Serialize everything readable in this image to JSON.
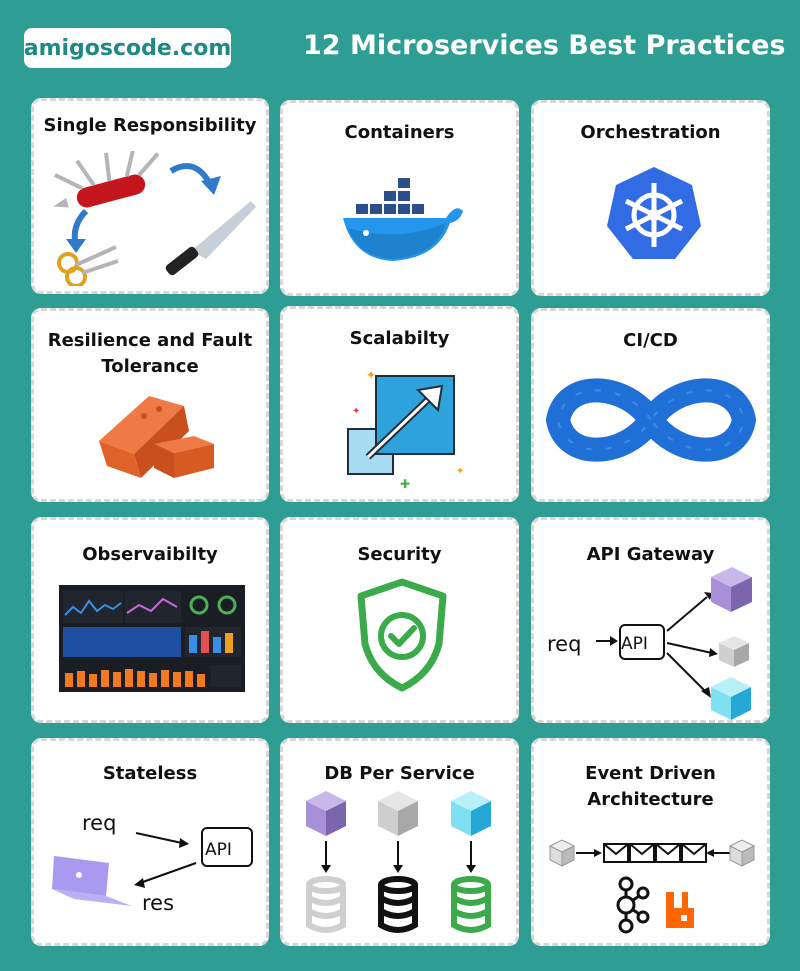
{
  "brand": "amigoscode.com",
  "title": "12 Microservices Best Practices",
  "cards": [
    {
      "title": "Single Responsibility",
      "icon": "swiss-knife-to-tools"
    },
    {
      "title": "Containers",
      "icon": "docker-whale"
    },
    {
      "title": "Orchestration",
      "icon": "kubernetes-wheel"
    },
    {
      "title": "Resilience and Fault Tolerance",
      "icon": "bricks"
    },
    {
      "title": "Scalabilty",
      "icon": "scale-up-squares"
    },
    {
      "title": "CI/CD",
      "icon": "infinity-loop"
    },
    {
      "title": "Observaibilty",
      "icon": "dashboard"
    },
    {
      "title": "Security",
      "icon": "shield-check"
    },
    {
      "title": "API Gateway",
      "icon": "gateway-cubes"
    },
    {
      "title": "Stateless",
      "icon": "laptop-api"
    },
    {
      "title": "DB Per Service",
      "icon": "cubes-databases"
    },
    {
      "title": "Event Driven Architecture",
      "icon": "event-queue"
    }
  ],
  "labels": {
    "req": "req",
    "res": "res",
    "api": "API"
  },
  "colors": {
    "background": "#2e9e95",
    "brand_text": "#1f8a83",
    "docker": "#2496ed",
    "kubernetes": "#326ce5",
    "security": "#3aaa4a",
    "kafka": "#111111",
    "rabbitmq": "#ff6600"
  }
}
